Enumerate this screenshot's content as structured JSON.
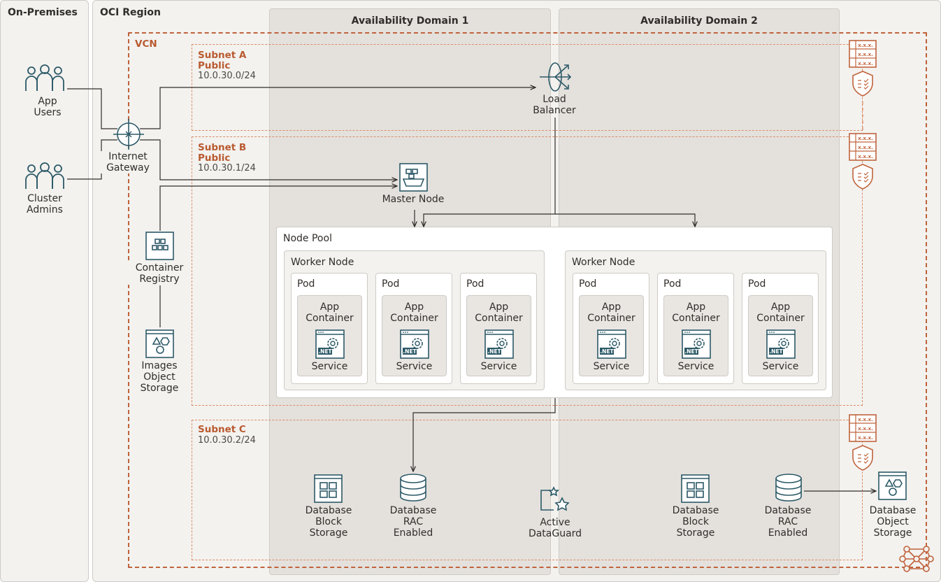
{
  "regions": {
    "on_premises": "On-Premises",
    "oci_region": "OCI Region",
    "ad1": "Availability Domain 1",
    "ad2": "Availability Domain 2",
    "vcn": "VCN"
  },
  "subnets": {
    "a": {
      "name": "Subnet A",
      "access": "Public",
      "cidr": "10.0.30.0/24"
    },
    "b": {
      "name": "Subnet B",
      "access": "Public",
      "cidr": "10.0.30.1/24"
    },
    "c": {
      "name": "Subnet C",
      "cidr": "10.0.30.2/24"
    }
  },
  "nodes": {
    "app_users": [
      "App",
      "Users"
    ],
    "cluster_admins": [
      "Cluster",
      "Admins"
    ],
    "internet_gateway": [
      "Internet",
      "Gateway"
    ],
    "load_balancer": [
      "Load",
      "Balancer"
    ],
    "master_node": "Master Node",
    "container_registry": [
      "Container",
      "Registry"
    ],
    "images_storage": [
      "Images",
      "Object",
      "Storage"
    ],
    "node_pool": "Node Pool",
    "worker_node": "Worker Node",
    "pod": "Pod",
    "app_container": [
      "App",
      "Container"
    ],
    "service": "Service",
    "net_badge": ".NET",
    "db_block_storage": [
      "Database",
      "Block",
      "Storage"
    ],
    "db_rac": [
      "Database",
      "RAC",
      "Enabled"
    ],
    "active_dataguard": [
      "Active",
      "DataGuard"
    ],
    "db_object_storage": [
      "Database",
      "Object",
      "Storage"
    ],
    "security_list_cells": "x.x.x."
  },
  "colors": {
    "accent": "#c0633c",
    "icon_teal": "#2c5967",
    "region_bg": "#f3f2ef",
    "ad_bg": "#e4e1dd"
  }
}
